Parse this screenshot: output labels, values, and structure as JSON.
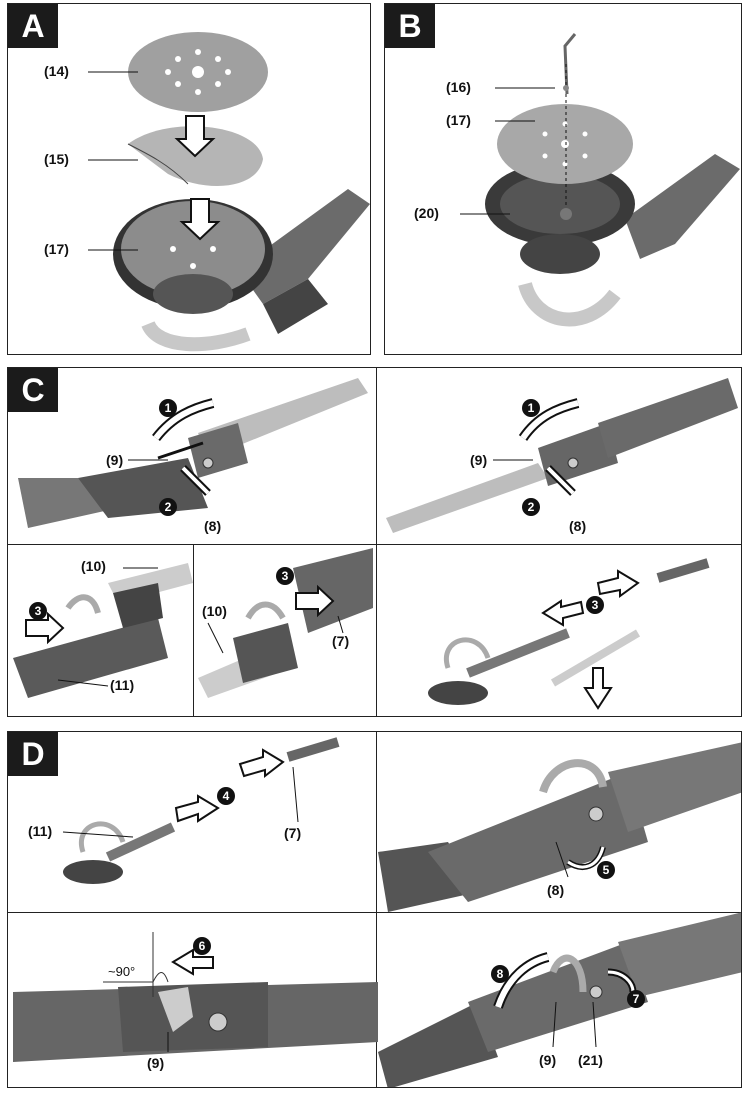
{
  "panels": {
    "A": {
      "tag": "A",
      "labels": [
        "(14)",
        "(15)",
        "(17)"
      ]
    },
    "B": {
      "tag": "B",
      "labels": [
        "(16)",
        "(17)",
        "(20)"
      ]
    },
    "C": {
      "tag": "C",
      "labels": {
        "p9a": "(9)",
        "p8a": "(8)",
        "p9b": "(9)",
        "p8b": "(8)",
        "p10a": "(10)",
        "p11": "(11)",
        "p10b": "(10)",
        "p7": "(7)"
      }
    },
    "D": {
      "tag": "D",
      "labels": {
        "p11": "(11)",
        "p7": "(7)",
        "p8": "(8)",
        "p9a": "(9)",
        "p9b": "(9)",
        "p21": "(21)",
        "angle": "~90°"
      }
    }
  },
  "steps": {
    "s1": "1",
    "s2": "2",
    "s3": "3",
    "s4": "4",
    "s5": "5",
    "s6": "6",
    "s7": "7",
    "s8": "8"
  }
}
